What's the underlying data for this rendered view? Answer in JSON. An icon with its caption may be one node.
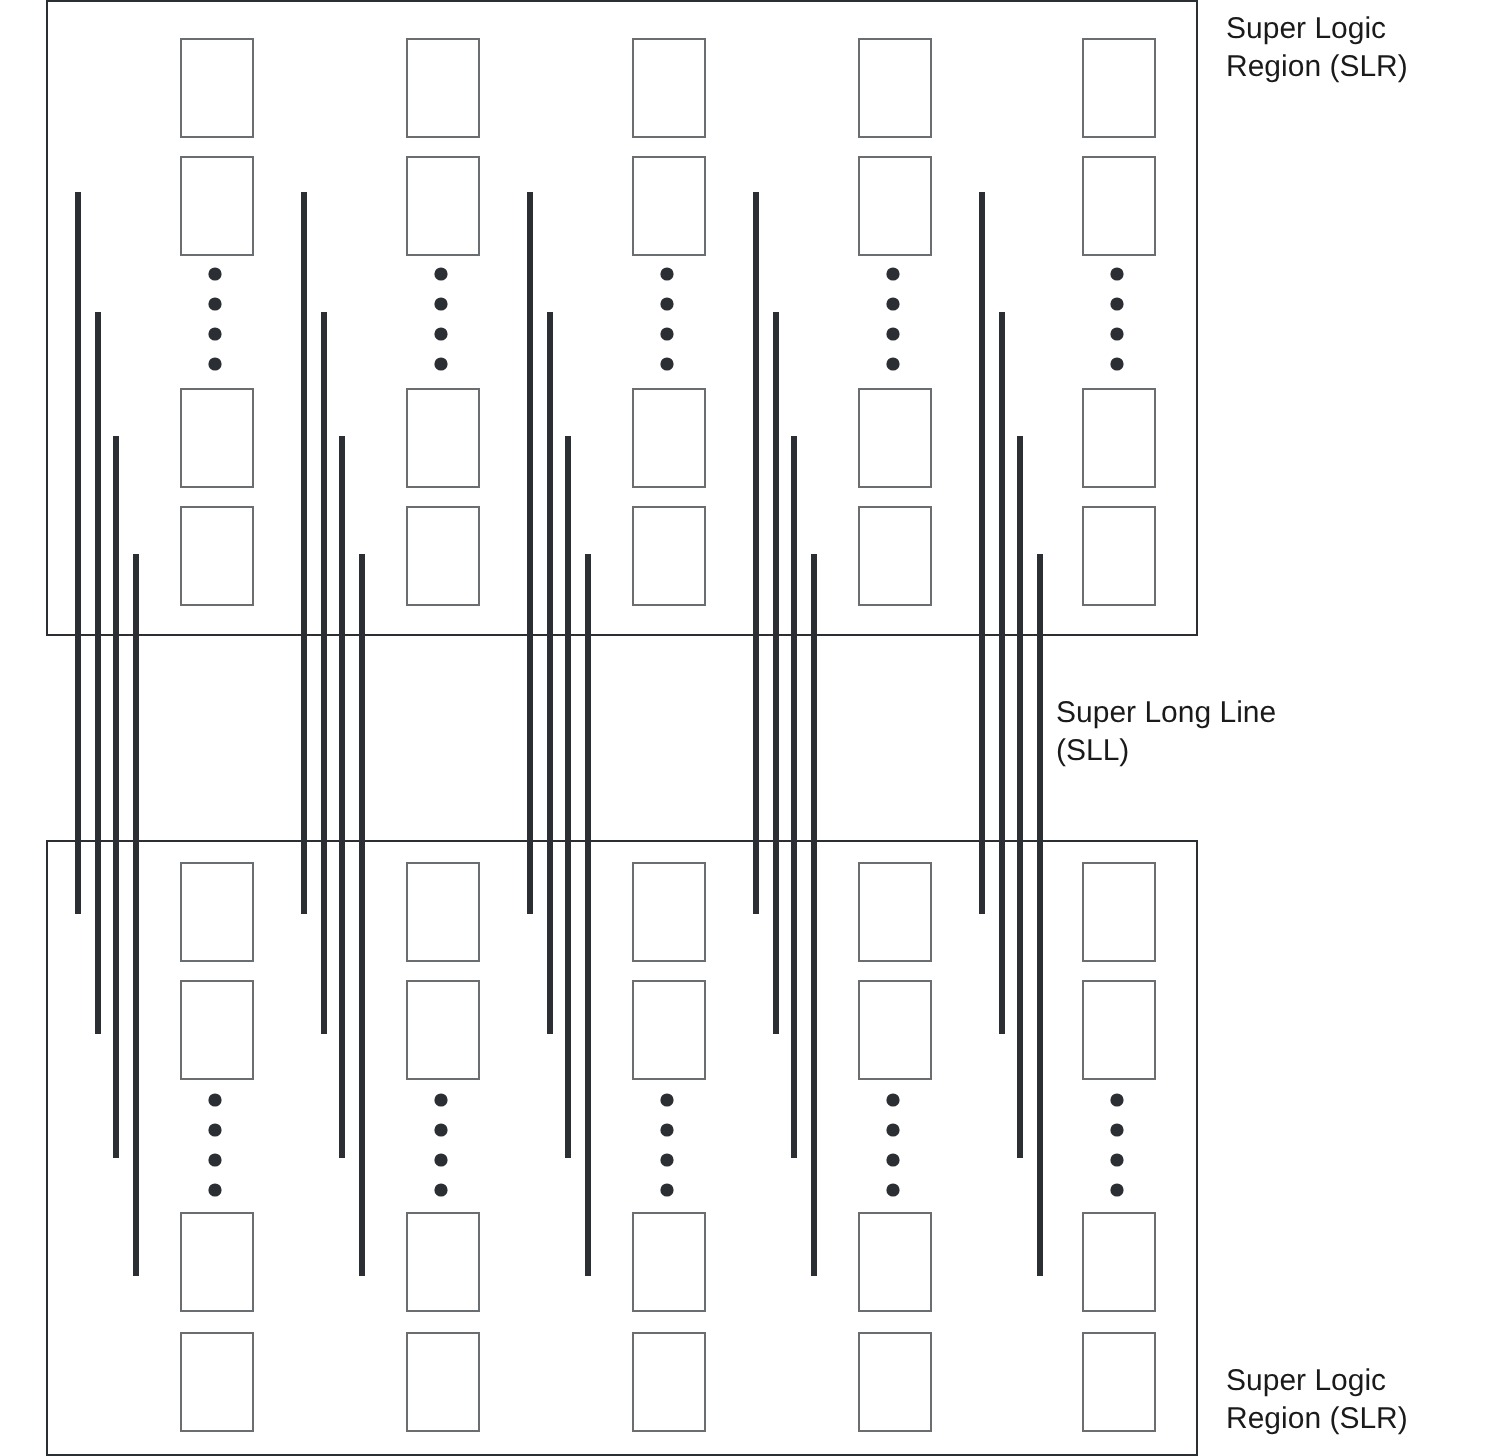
{
  "diagram": {
    "nodes": [
      {
        "text": [
          "Super Logic Region (SLR)"
        ]
      },
      {
        "text": [],
        "shape": "box",
        "in": 0
      },
      {
        "text": [],
        "shape": "box",
        "in": 0
      },
      {
        "text": [],
        "shape": "box",
        "in": 0
      },
      {
        "text": [],
        "shape": "box",
        "in": 0
      },
      {
        "text": [],
        "shape": "box",
        "in": 0
      },
      {
        "text": [],
        "shape": "box",
        "in": 0
      },
      {
        "text": [],
        "shape": "box",
        "in": 0
      },
      {
        "text": [],
        "shape": "box",
        "in": 0
      },
      {
        "text": [],
        "shape": "box",
        "in": 0
      },
      {
        "text": [],
        "shape": "box",
        "in": 0
      },
      {
        "text": [],
        "shape": "box",
        "in": 0
      },
      {
        "text": [],
        "shape": "box",
        "in": 0
      },
      {
        "text": [],
        "shape": "box",
        "in": 0
      },
      {
        "text": [],
        "shape": "box",
        "in": 0
      },
      {
        "text": [],
        "shape": "box",
        "in": 0
      },
      {
        "text": [],
        "shape": "box",
        "in": 0
      },
      {
        "text": [],
        "shape": "box",
        "in": 0
      },
      {
        "text": [],
        "shape": "box",
        "in": 0
      },
      {
        "text": [],
        "shape": "box",
        "in": 0
      },
      {
        "text": [],
        "shape": "box",
        "in": 0
      },
      {
        "text": [
          "Super Logic Region (SLR)"
        ]
      },
      {
        "text": [],
        "shape": "box",
        "in": 21
      },
      {
        "text": [],
        "shape": "box",
        "in": 21
      },
      {
        "text": [],
        "shape": "box",
        "in": 21
      },
      {
        "text": [],
        "shape": "box",
        "in": 21
      },
      {
        "text": [],
        "shape": "box",
        "in": 21
      },
      {
        "text": [],
        "shape": "box",
        "in": 21
      },
      {
        "text": [],
        "shape": "box",
        "in": 21
      },
      {
        "text": [],
        "shape": "box",
        "in": 21
      },
      {
        "text": [],
        "shape": "box",
        "in": 21
      },
      {
        "text": [],
        "shape": "box",
        "in": 21
      },
      {
        "text": [],
        "shape": "box",
        "in": 21
      },
      {
        "text": [],
        "shape": "box",
        "in": 21
      },
      {
        "text": [],
        "shape": "box",
        "in": 21
      },
      {
        "text": [],
        "shape": "box",
        "in": 21
      },
      {
        "text": [],
        "shape": "box",
        "in": 21
      },
      {
        "text": [],
        "shape": "box",
        "in": 21
      },
      {
        "text": [],
        "shape": "box",
        "in": 21
      },
      {
        "text": [],
        "shape": "box",
        "in": 21
      },
      {
        "text": [],
        "shape": "box",
        "in": 21
      },
      {
        "text": [],
        "shape": "box",
        "in": 21
      }
    ],
    "labels": [
      "Super Long Line (SLL)"
    ]
  }
}
